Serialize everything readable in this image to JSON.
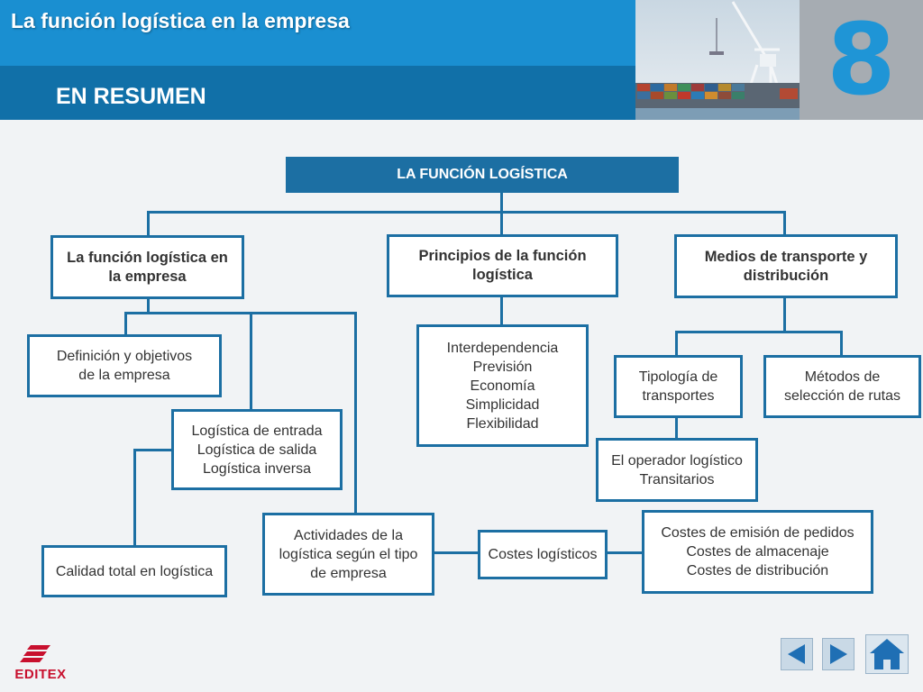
{
  "header": {
    "app_title": "La función logística en la empresa",
    "section_title": "EN RESUMEN",
    "chapter_number": "8"
  },
  "diagram": {
    "root": "LA FUNCIÓN LOGÍSTICA",
    "branch_empresa": "La función logística en\nla empresa",
    "branch_principios": "Principios de la función\nlogística",
    "branch_medios": "Medios de transporte y\ndistribución",
    "definicion": "Definición y objetivos\nde la empresa",
    "logisticas": "Logística de entrada\nLogística de salida\nLogística inversa",
    "calidad": "Calidad total en logística",
    "actividades": "Actividades de la\nlogística según el tipo\nde empresa",
    "costes_logisticos": "Costes logísticos",
    "costes_detalle": "Costes de emisión de pedidos\nCostes de almacenaje\nCostes de distribución",
    "principios_lista": "Interdependencia\nPrevisión\nEconomía\nSimplicidad\nFlexibilidad",
    "tipologia": "Tipología de\ntransportes",
    "metodos": "Métodos de\nselección de rutas",
    "operador": "El operador logístico\nTransitarios"
  },
  "footer": {
    "logo_text": "EDITEX"
  },
  "colors": {
    "header_light": "#1a8fd1",
    "header_dark": "#1170a8",
    "box_border": "#1c6fa3",
    "chapter_panel": "#a6acb2",
    "logo_red": "#c8102e"
  },
  "icons": [
    "arrow-left-icon",
    "arrow-right-icon",
    "home-icon",
    "editex-logo-icon"
  ]
}
